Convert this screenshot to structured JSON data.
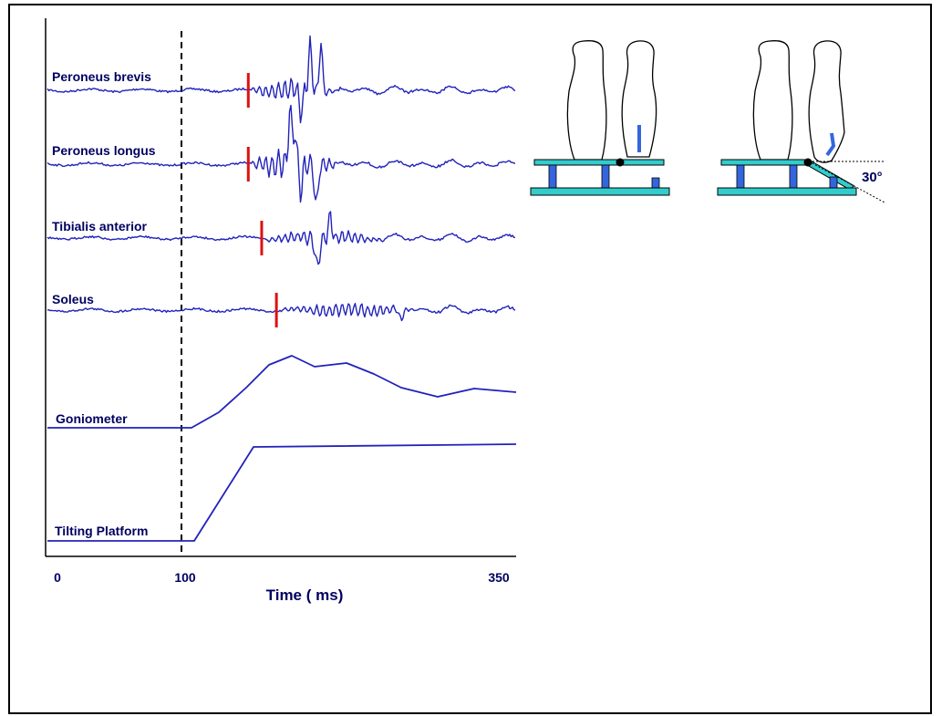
{
  "chart_data": {
    "type": "line",
    "xlabel": "Time ( ms)",
    "x_ticks": [
      "0",
      "100",
      "350"
    ],
    "xlim": [
      0,
      350
    ],
    "trigger_time": 100,
    "series": [
      {
        "name": "Peroneus brevis",
        "kind": "emg",
        "onset": 150
      },
      {
        "name": "Peroneus longus",
        "kind": "emg",
        "onset": 150
      },
      {
        "name": "Tibialis anterior",
        "kind": "emg",
        "onset": 160
      },
      {
        "name": "Soleus",
        "kind": "emg",
        "onset": 171
      },
      {
        "name": "Goniometer",
        "kind": "angle"
      },
      {
        "name": "Tilting Platform",
        "kind": "platform"
      }
    ],
    "colors": {
      "trace": "#2222bb",
      "onset": "#dd1111",
      "platform": "#33cccc",
      "support": "#3366dd"
    }
  },
  "diagram": {
    "angle_label": "30°"
  }
}
